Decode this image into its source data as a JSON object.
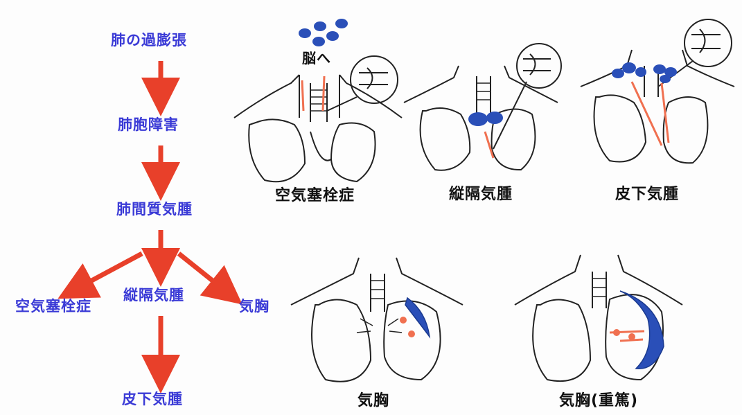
{
  "flowchart": {
    "step1": "肺の過膨張",
    "step2": "肺胞障害",
    "step3": "肺間質気腫",
    "branch_left": "空気塞栓症",
    "branch_center": "縦隔気腫",
    "branch_right": "気胸",
    "step5": "皮下気腫"
  },
  "figures": {
    "brain_label": "脳へ",
    "fig1": "空気塞栓症",
    "fig2": "縦隔気腫",
    "fig3": "皮下気腫",
    "fig4": "気胸",
    "fig5": "気胸(重篤)"
  },
  "colors": {
    "flow_text": "#3a3ad6",
    "arrow": "#e8402a",
    "air": "#2a4fb8",
    "bleed": "#f07050",
    "line": "#222222"
  }
}
